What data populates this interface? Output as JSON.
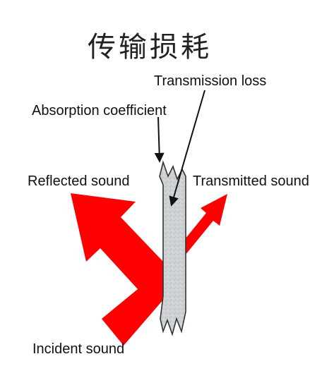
{
  "diagram": {
    "title": "传输损耗",
    "labels": {
      "transmission_loss": "Transmission loss",
      "absorption_coefficient": "Absorption coefficient",
      "reflected_sound": "Reflected sound",
      "transmitted_sound": "Transmitted sound",
      "incident_sound": "Incident sound"
    },
    "colors": {
      "arrow": "#ff0000",
      "wall_fill": "#cfd3d6",
      "wall_outline": "#333333",
      "pointer": "#111111"
    }
  }
}
